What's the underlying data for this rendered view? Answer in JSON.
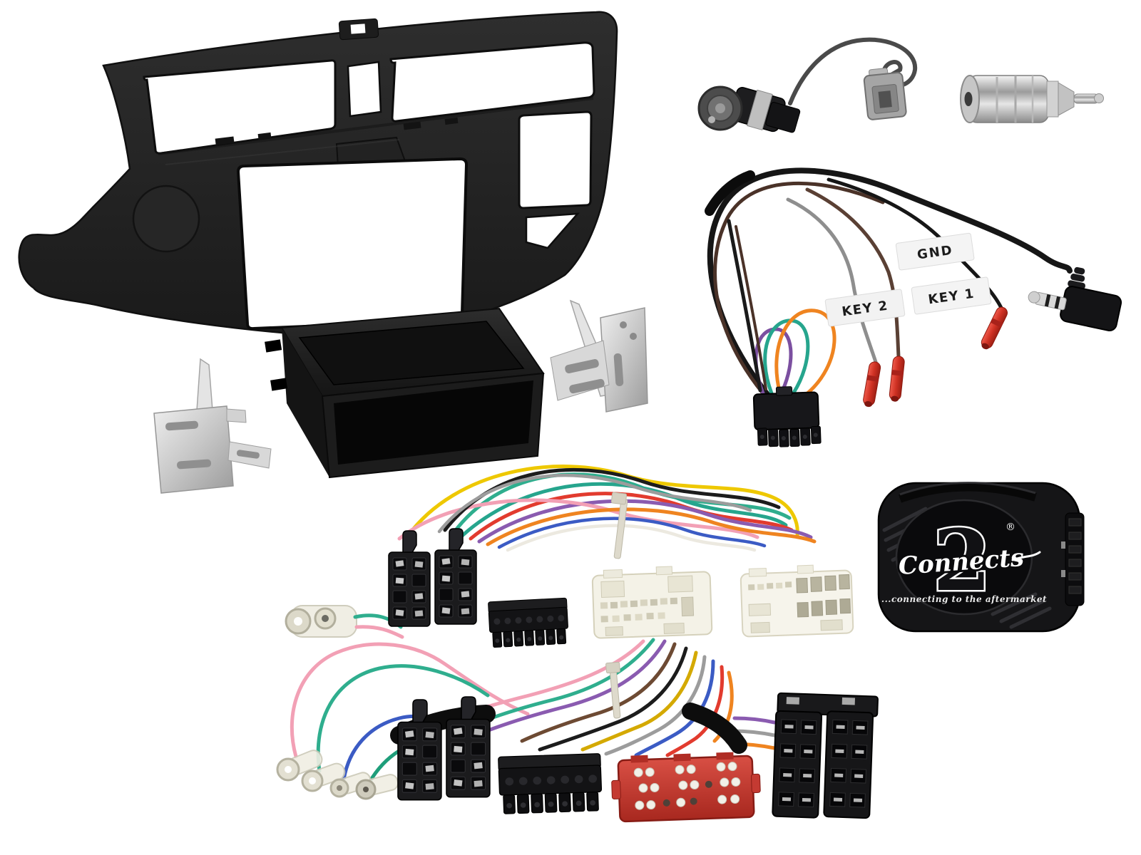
{
  "photo": {
    "background": "#ffffff",
    "components": [
      "Double DIN fascia panel",
      "DIN pocket tray",
      "Left mounting bracket",
      "Right mounting bracket",
      "Antenna adapter lead",
      "ISO to DIN aerial adapter",
      "Steering wheel control patch lead",
      "Radio wiring harness",
      "Connects2 SWC interface box",
      "ISO T-harness with Mini-ISO connector"
    ],
    "wire_flags": {
      "gnd": "GND",
      "key1": "KEY 1",
      "key2": "KEY 2"
    },
    "interface_box": {
      "script": "Connects",
      "numeral": "2",
      "registered": "®",
      "tagline": "...connecting to the aftermarket"
    },
    "palette": {
      "fascia_black": "#232323",
      "pocket_black": "#161616",
      "bracket_silver": "#cccccc",
      "mini_iso_red": "#c8423a",
      "crimp_red": "#d63b2d",
      "connector_cream": "#f3f1e6",
      "wire_colors": [
        "#eec800",
        "#e23b2e",
        "#2fae8e",
        "#8a5bb0",
        "#f2a0b5",
        "#ef8420",
        "#3b5bc4",
        "#6d4a33",
        "#9c9c9c",
        "#1c1c1c"
      ]
    }
  }
}
